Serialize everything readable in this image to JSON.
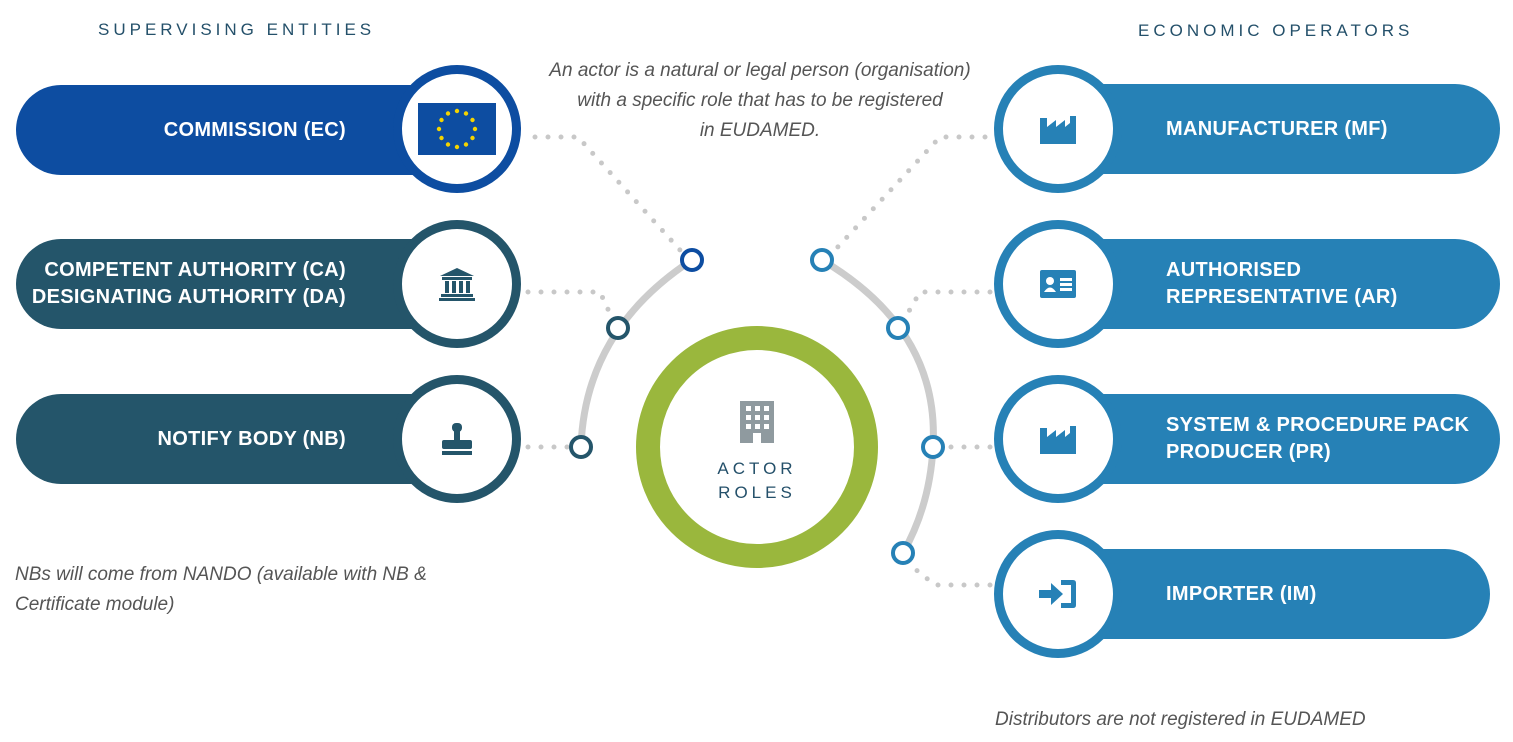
{
  "headings": {
    "left": "SUPERVISING ENTITIES",
    "right": "ECONOMIC OPERATORS"
  },
  "notes": {
    "top_line1": "An actor is a natural or legal person (organisation)",
    "top_line2": "with a specific role that has to be registered",
    "top_line3": "in EUDAMED.",
    "bottom_left_line1": "NBs will come from NANDO (available with NB &",
    "bottom_left_line2": "Certificate module)",
    "bottom_right": "Distributors are not registered in EUDAMED"
  },
  "center": {
    "line1": "ACTOR",
    "line2": "ROLES",
    "icon": "building-icon"
  },
  "supervising": [
    {
      "label": "COMMISSION (EC)",
      "icon": "eu-flag-icon",
      "color": "#0d4da1"
    },
    {
      "label1": "COMPETENT AUTHORITY (CA)",
      "label2": "DESIGNATING AUTHORITY (DA)",
      "icon": "institution-icon",
      "color": "#24556a"
    },
    {
      "label": "NOTIFY BODY (NB)",
      "icon": "stamp-icon",
      "color": "#24556a"
    }
  ],
  "operators": [
    {
      "label": "MANUFACTURER (MF)",
      "icon": "factory-icon",
      "color": "#2681b6"
    },
    {
      "label1": "AUTHORISED",
      "label2": "REPRESENTATIVE (AR)",
      "icon": "id-card-icon",
      "color": "#2681b6"
    },
    {
      "label1": "SYSTEM & PROCEDURE PACK",
      "label2": "PRODUCER (PR)",
      "icon": "factory-icon",
      "color": "#2681b6"
    },
    {
      "label": "IMPORTER (IM)",
      "icon": "import-icon",
      "color": "#2681b6"
    }
  ],
  "colors": {
    "arc": "#cccccc",
    "dots": "#c8c8c8",
    "center_ring": "#9ab73d",
    "text_dark": "#24506a"
  }
}
